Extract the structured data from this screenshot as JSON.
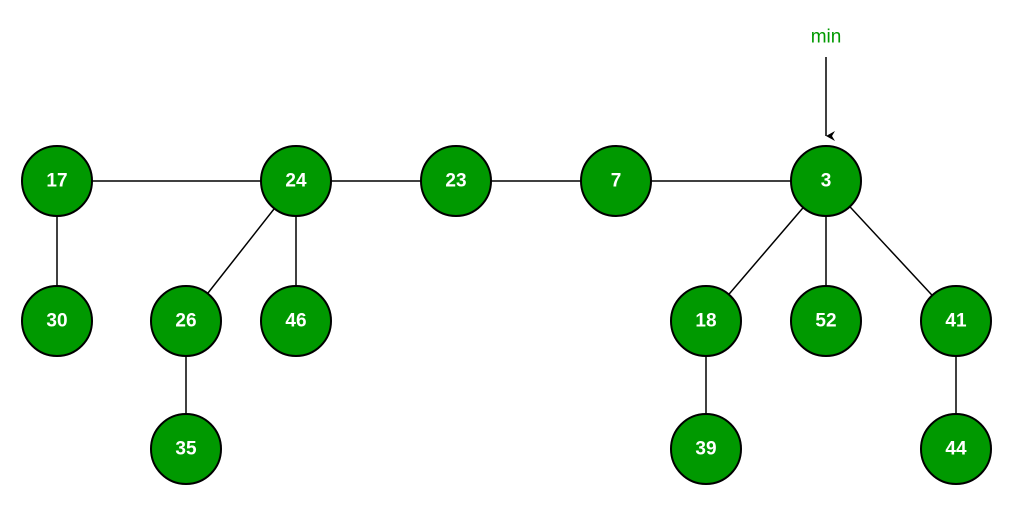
{
  "colors": {
    "node_fill": "#009900",
    "node_stroke": "#000000",
    "node_text": "#ffffff",
    "edge": "#000000",
    "pointer_text": "#009900"
  },
  "pointer": {
    "label": "min",
    "target": "n3"
  },
  "nodes": [
    {
      "id": "n17",
      "label": "17"
    },
    {
      "id": "n24",
      "label": "24"
    },
    {
      "id": "n23",
      "label": "23"
    },
    {
      "id": "n7",
      "label": "7"
    },
    {
      "id": "n3",
      "label": "3"
    },
    {
      "id": "n30",
      "label": "30"
    },
    {
      "id": "n26",
      "label": "26"
    },
    {
      "id": "n46",
      "label": "46"
    },
    {
      "id": "n35",
      "label": "35"
    },
    {
      "id": "n18",
      "label": "18"
    },
    {
      "id": "n52",
      "label": "52"
    },
    {
      "id": "n41",
      "label": "41"
    },
    {
      "id": "n39",
      "label": "39"
    },
    {
      "id": "n44",
      "label": "44"
    }
  ],
  "root_list": [
    "n17",
    "n24",
    "n23",
    "n7",
    "n3"
  ],
  "edges": [
    [
      "n17",
      "n24"
    ],
    [
      "n24",
      "n23"
    ],
    [
      "n23",
      "n7"
    ],
    [
      "n7",
      "n3"
    ],
    [
      "n17",
      "n30"
    ],
    [
      "n24",
      "n26"
    ],
    [
      "n24",
      "n46"
    ],
    [
      "n26",
      "n35"
    ],
    [
      "n3",
      "n18"
    ],
    [
      "n3",
      "n52"
    ],
    [
      "n3",
      "n41"
    ],
    [
      "n18",
      "n39"
    ],
    [
      "n41",
      "n44"
    ]
  ]
}
